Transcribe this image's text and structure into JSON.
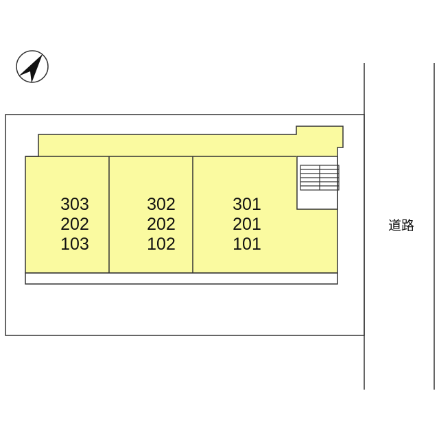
{
  "colors": {
    "building_fill": "#fafaa0",
    "line": "#333333",
    "background": "#ffffff"
  },
  "compass": {
    "icon": "north-arrow-icon"
  },
  "road": {
    "label": "道路"
  },
  "units": [
    {
      "column": "left",
      "rows": [
        "303",
        "202",
        "103"
      ]
    },
    {
      "column": "middle",
      "rows": [
        "302",
        "202",
        "102"
      ]
    },
    {
      "column": "right",
      "rows": [
        "301",
        "201",
        "101"
      ]
    }
  ]
}
